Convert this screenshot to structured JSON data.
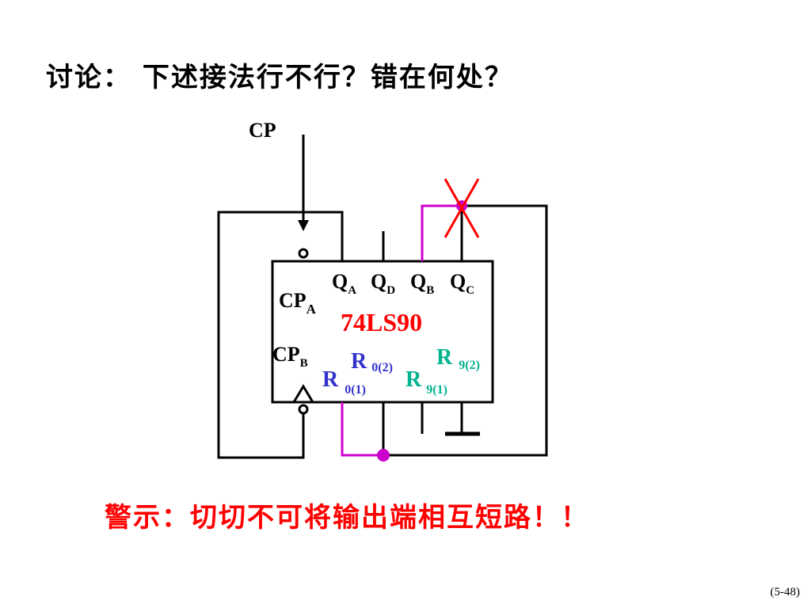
{
  "title": "讨论：  下述接法行不行？错在何处？",
  "warning": "警示：切切不可将输出端相互短路！！",
  "page_number": "(5-48)",
  "chip": {
    "name": "74LS90",
    "cp_a": {
      "main": "CP",
      "sub": "A"
    },
    "cp_b": {
      "main": "CP",
      "sub": "B"
    },
    "outputs": [
      {
        "main": "Q",
        "sub": "A"
      },
      {
        "main": "Q",
        "sub": "D"
      },
      {
        "main": "Q",
        "sub": "B"
      },
      {
        "main": "Q",
        "sub": "C"
      }
    ],
    "r02": {
      "main": "R",
      "sub": "0(2)"
    },
    "r01": {
      "main": "R",
      "sub": "0(1)"
    },
    "r92": {
      "main": "R",
      "sub": "9(2)"
    },
    "r91": {
      "main": "R",
      "sub": "9(1)"
    }
  },
  "cp_input": "CP",
  "colors": {
    "wire": "#000000",
    "highlight": "#cc00cc",
    "error": "#ff0000",
    "r0": "#3333cc",
    "r9": "#00b38f",
    "chip_name": "#ff0000"
  }
}
